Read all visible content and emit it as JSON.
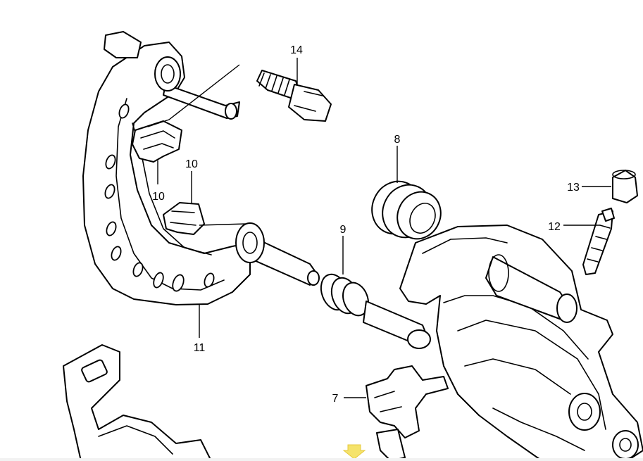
{
  "callouts": {
    "c14": "14",
    "c8": "8",
    "c10a": "10",
    "c10b": "10",
    "c13": "13",
    "c12": "12",
    "c9": "9",
    "c11": "11",
    "c7": "7"
  },
  "colors": {
    "line": "#000000",
    "background": "#ffffff",
    "marker": "#f5e36b"
  },
  "icons": {
    "marker": "down-arrow-icon"
  }
}
